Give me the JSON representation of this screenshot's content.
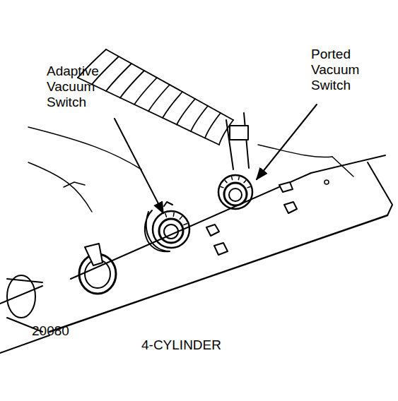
{
  "diagram": {
    "labels": [
      "Adaptive Vacuum Switch",
      "Ported Vacuum Switch",
      "20080",
      "4-CYLINDER"
    ]
  }
}
